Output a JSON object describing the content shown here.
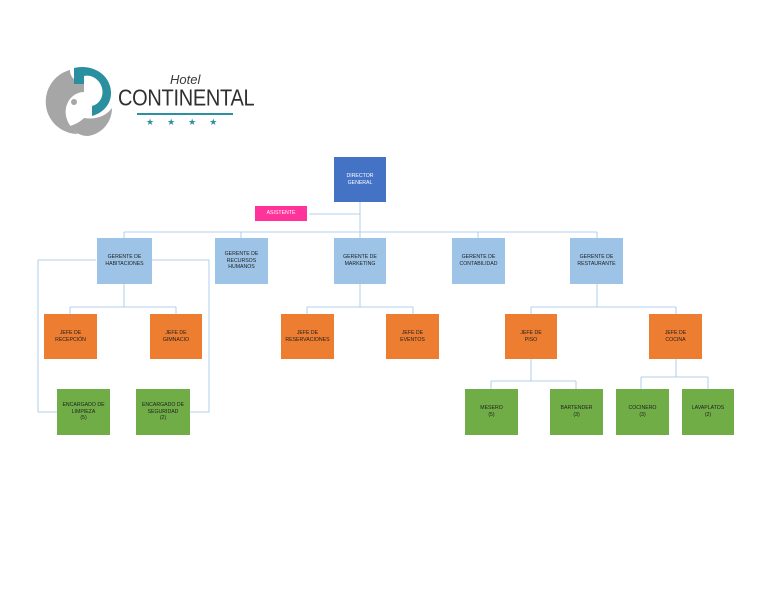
{
  "logo": {
    "hotel": "Hotel",
    "name": "CONTINENTAL",
    "stars": "★★★★",
    "colors": {
      "teal": "#2a8f9e",
      "gray": "#a6a6a6"
    }
  },
  "org": {
    "director": "DIRECTOR\nGENERAL",
    "assistant": "ASISTENTE",
    "managers": {
      "rooms": "GERENTE DE\nHABITACIONES",
      "hr": "GERENTE DE\nRECURSOS\nHUMANOS",
      "marketing": "GERENTE DE\nMARKETING",
      "accounting": "GERENTE DE\nCONTABILIDAD",
      "restaurant": "GERENTE DE\nRESTAURANTE"
    },
    "chiefs": {
      "reception": "JEFE DE\nRECEPCIÓN",
      "gym": "JEFE DE\nGIMNACIO",
      "reservations": "JEFE DE\nRESERVACIONES",
      "events": "JEFE DE\nEVENTOS",
      "floor": "JEFE DE\nPISO",
      "kitchen": "JEFE DE\nCOCINA"
    },
    "staff": {
      "cleaning": "ENCARGADO DE\nLIMPIEZA\n(5)",
      "security": "ENCARGADO DE\nSEGURIDAD\n(2)",
      "waiter": "MESERO\n(5)",
      "bartender": "BARTENDER\n(3)",
      "cook": "COCINERO\n(3)",
      "dishwasher": "LAVAPLATOS\n(2)"
    },
    "colors": {
      "director": "#4472c4",
      "manager": "#9dc3e6",
      "chief": "#ed7d31",
      "staff": "#70ad47",
      "assistant": "#ff3399",
      "connector": "#9dc3e6"
    }
  }
}
